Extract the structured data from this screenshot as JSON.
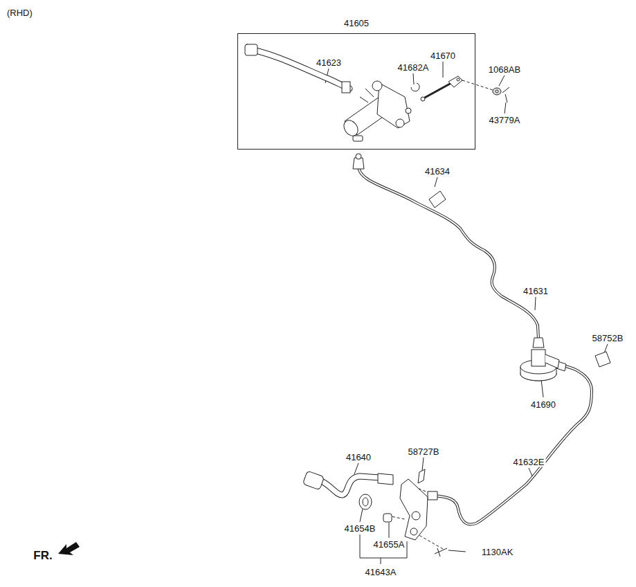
{
  "diagram": {
    "nodes": [
      {
        "text": [
          "41605"
        ]
      }
    ],
    "edges": [],
    "labels": [
      "(RHD)",
      "41623",
      "41682A",
      "41670",
      "1068AB",
      "43779A",
      "41634",
      "41631",
      "58752B",
      "41690",
      "41640",
      "58727B",
      "41632E",
      "41654B",
      "41655A",
      "1130AK",
      "41643A",
      "FR."
    ]
  }
}
